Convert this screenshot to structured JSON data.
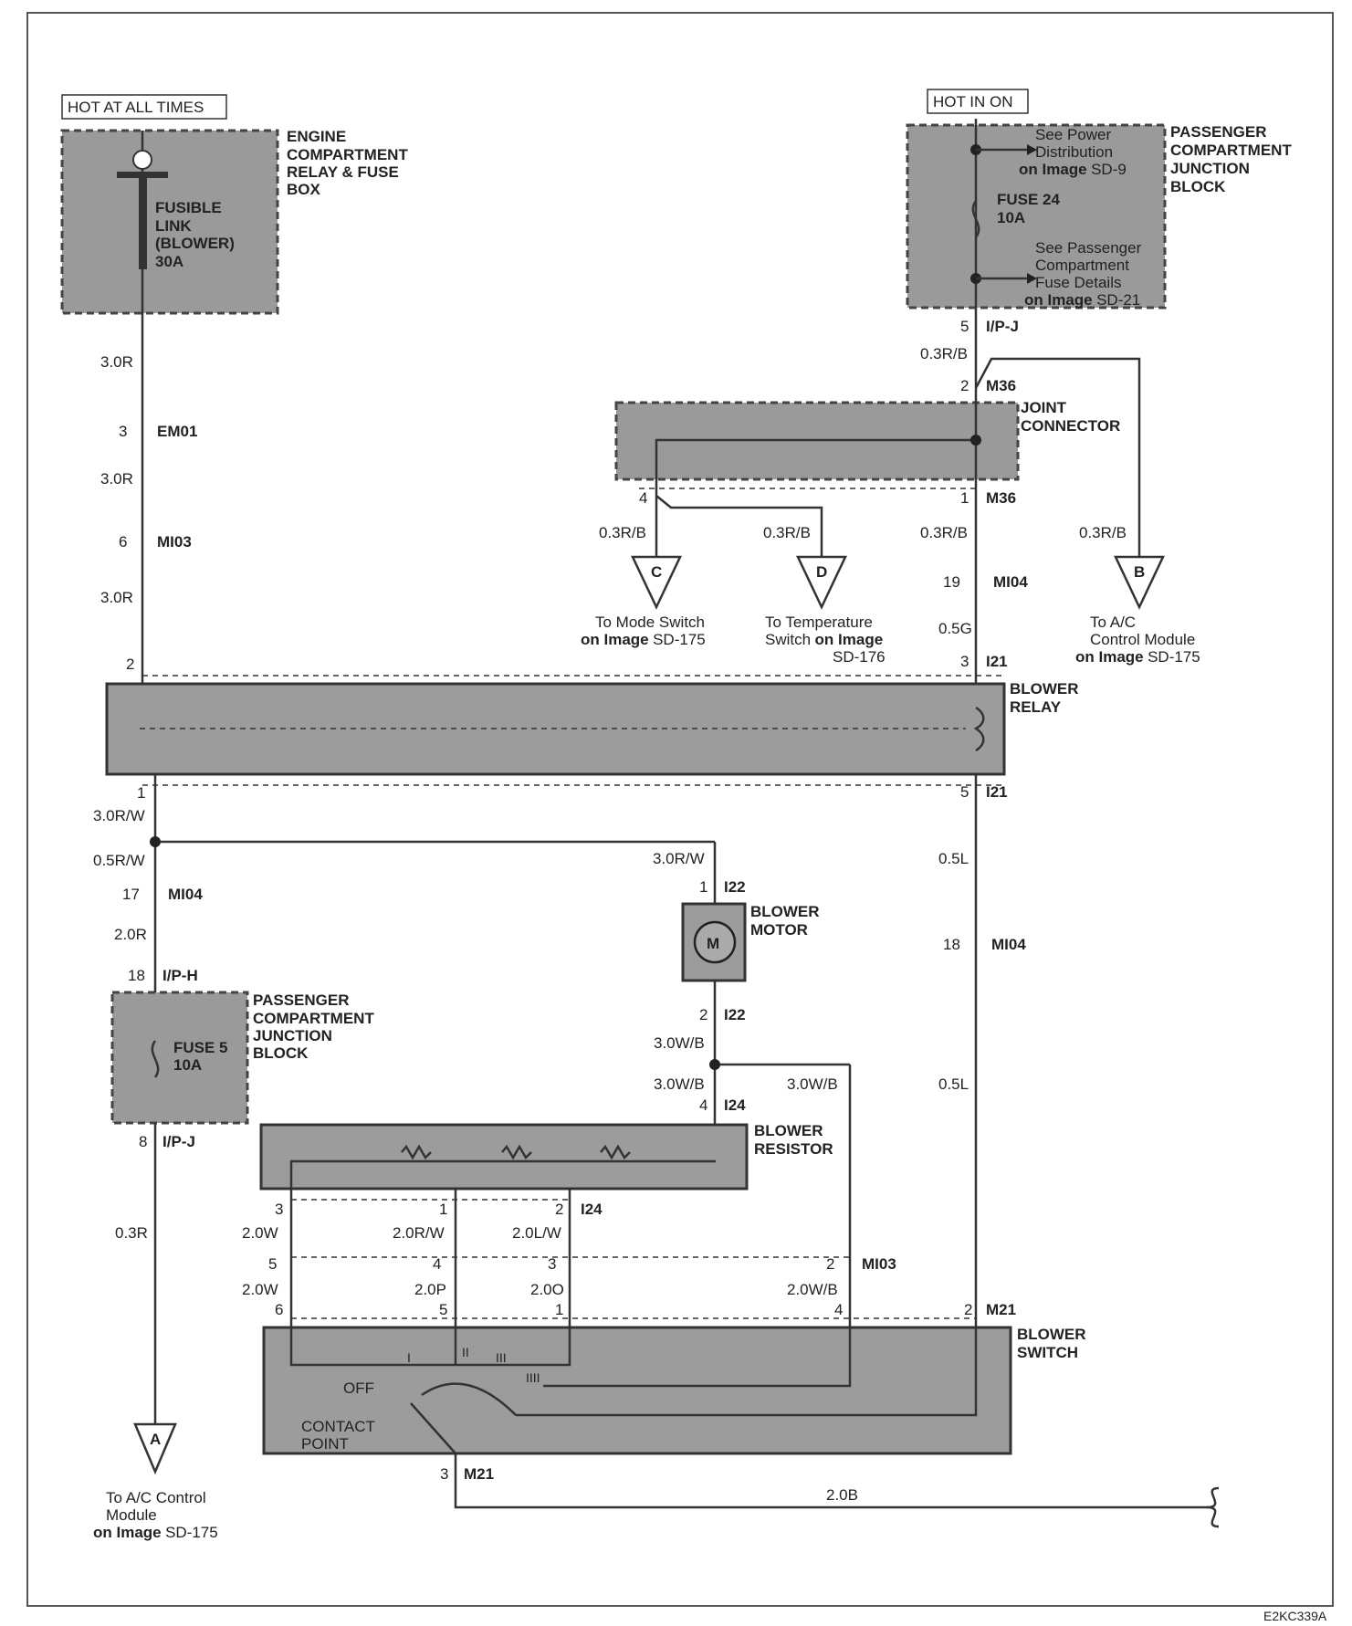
{
  "headers": {
    "hot_at_all_times": "HOT AT ALL TIMES",
    "hot_in_on": "HOT IN ON"
  },
  "components": {
    "engine_box": [
      "ENGINE",
      "COMPARTMENT",
      "RELAY & FUSE",
      "BOX"
    ],
    "fusible_link": [
      "FUSIBLE",
      "LINK",
      "(BLOWER)",
      "30A"
    ],
    "pcjb_top": [
      "PASSENGER",
      "COMPARTMENT",
      "JUNCTION",
      "BLOCK"
    ],
    "fuse24": [
      "FUSE 24",
      "10A"
    ],
    "see_power": [
      "See Power",
      "Distribution"
    ],
    "see_power_ref": "on Image",
    "see_power_img": "SD-9",
    "see_pass": [
      "See Passenger",
      "Compartment",
      "Fuse Details"
    ],
    "see_pass_ref": "on Image",
    "see_pass_img": "SD-21",
    "joint_connector": [
      "JOINT",
      "CONNECTOR"
    ],
    "blower_relay": [
      "BLOWER",
      "RELAY"
    ],
    "blower_motor": [
      "BLOWER",
      "MOTOR"
    ],
    "motor_symbol": "M",
    "pcjb_bottom": [
      "PASSENGER",
      "COMPARTMENT",
      "JUNCTION",
      "BLOCK"
    ],
    "fuse5": [
      "FUSE 5",
      "10A"
    ],
    "blower_resistor": [
      "BLOWER",
      "RESISTOR"
    ],
    "blower_switch": [
      "BLOWER",
      "SWITCH"
    ],
    "switch_off": "OFF",
    "contact_point": [
      "CONTACT",
      "POINT"
    ],
    "switch_positions": [
      "I",
      "II",
      "III",
      "IIII"
    ]
  },
  "connectors": {
    "em01": {
      "pin": "3",
      "code": "EM01"
    },
    "mi03_top": {
      "pin": "6",
      "code": "MI03"
    },
    "relay_in": {
      "pin": "2"
    },
    "relay_out": {
      "pin": "1"
    },
    "mi04_left": {
      "pin": "17",
      "code": "MI04"
    },
    "ipj_left": {
      "pin": "8",
      "code": "I/P-J"
    },
    "iph": {
      "pin": "18",
      "code": "I/P-H"
    },
    "ipj_right": {
      "pin": "5",
      "code": "I/P-J"
    },
    "m36_top": {
      "pin": "2",
      "code": "M36"
    },
    "m36_bottom": {
      "pin": "1",
      "code": "M36"
    },
    "m36_pin4": {
      "pin": "4"
    },
    "mi04_right": {
      "pin": "19",
      "code": "MI04"
    },
    "i21_top": {
      "pin": "3",
      "code": "I21"
    },
    "i21_bottom": {
      "pin": "5",
      "code": "I21"
    },
    "mi04_lower": {
      "pin": "18",
      "code": "MI04"
    },
    "i22_top": {
      "pin": "1",
      "code": "I22"
    },
    "i22_bottom": {
      "pin": "2",
      "code": "I22"
    },
    "i24_top": {
      "pin": "4",
      "code": "I24"
    },
    "i24_bottom": {
      "pins": [
        "3",
        "1",
        "2"
      ],
      "code": "I24"
    },
    "mi03_lower": {
      "pins": [
        "5",
        "4",
        "3",
        "2"
      ],
      "code": "MI03"
    },
    "m21_top": {
      "pins": [
        "6",
        "5",
        "1",
        "4",
        "2"
      ],
      "code": "M21"
    },
    "m21_bottom": {
      "pin": "3",
      "code": "M21"
    }
  },
  "wires": {
    "w_3r_1": "3.0R",
    "w_3r_2": "3.0R",
    "w_3r_3": "3.0R",
    "w_3rw": "3.0R/W",
    "w_05rw": "0.5R/W",
    "w_2r": "2.0R",
    "w_03r": "0.3R",
    "w_3rw_motor": "3.0R/W",
    "w_3wb_1": "3.0W/B",
    "w_3wb_2": "3.0W/B",
    "w_3wb_3": "3.0W/B",
    "w_03rb_top": "0.3R/B",
    "w_03rb_c": "0.3R/B",
    "w_03rb_d": "0.3R/B",
    "w_03rb_m36": "0.3R/B",
    "w_03rb_b": "0.3R/B",
    "w_05g": "0.5G",
    "w_05l_1": "0.5L",
    "w_05l_2": "0.5L",
    "w_2w_1": "2.0W",
    "w_2rw": "2.0R/W",
    "w_2lw": "2.0L/W",
    "w_2w_2": "2.0W",
    "w_2p": "2.0P",
    "w_2o": "2.0O",
    "w_2wb": "2.0W/B",
    "w_2b": "2.0B"
  },
  "destinations": {
    "A": {
      "letter": "A",
      "text": [
        "To A/C Control",
        "Module"
      ],
      "ref": "on Image",
      "image": "SD-175"
    },
    "B": {
      "letter": "B",
      "text": [
        "To A/C",
        "Control Module"
      ],
      "ref": "on Image",
      "image": "SD-175"
    },
    "C": {
      "letter": "C",
      "text": [
        "To Mode Switch"
      ],
      "ref": "on Image",
      "image": "SD-175"
    },
    "D": {
      "letter": "D",
      "text": [
        "To Temperature",
        "Switch"
      ],
      "ref": "on Image",
      "image": "SD-176"
    }
  },
  "figure_id": "E2KC339A"
}
